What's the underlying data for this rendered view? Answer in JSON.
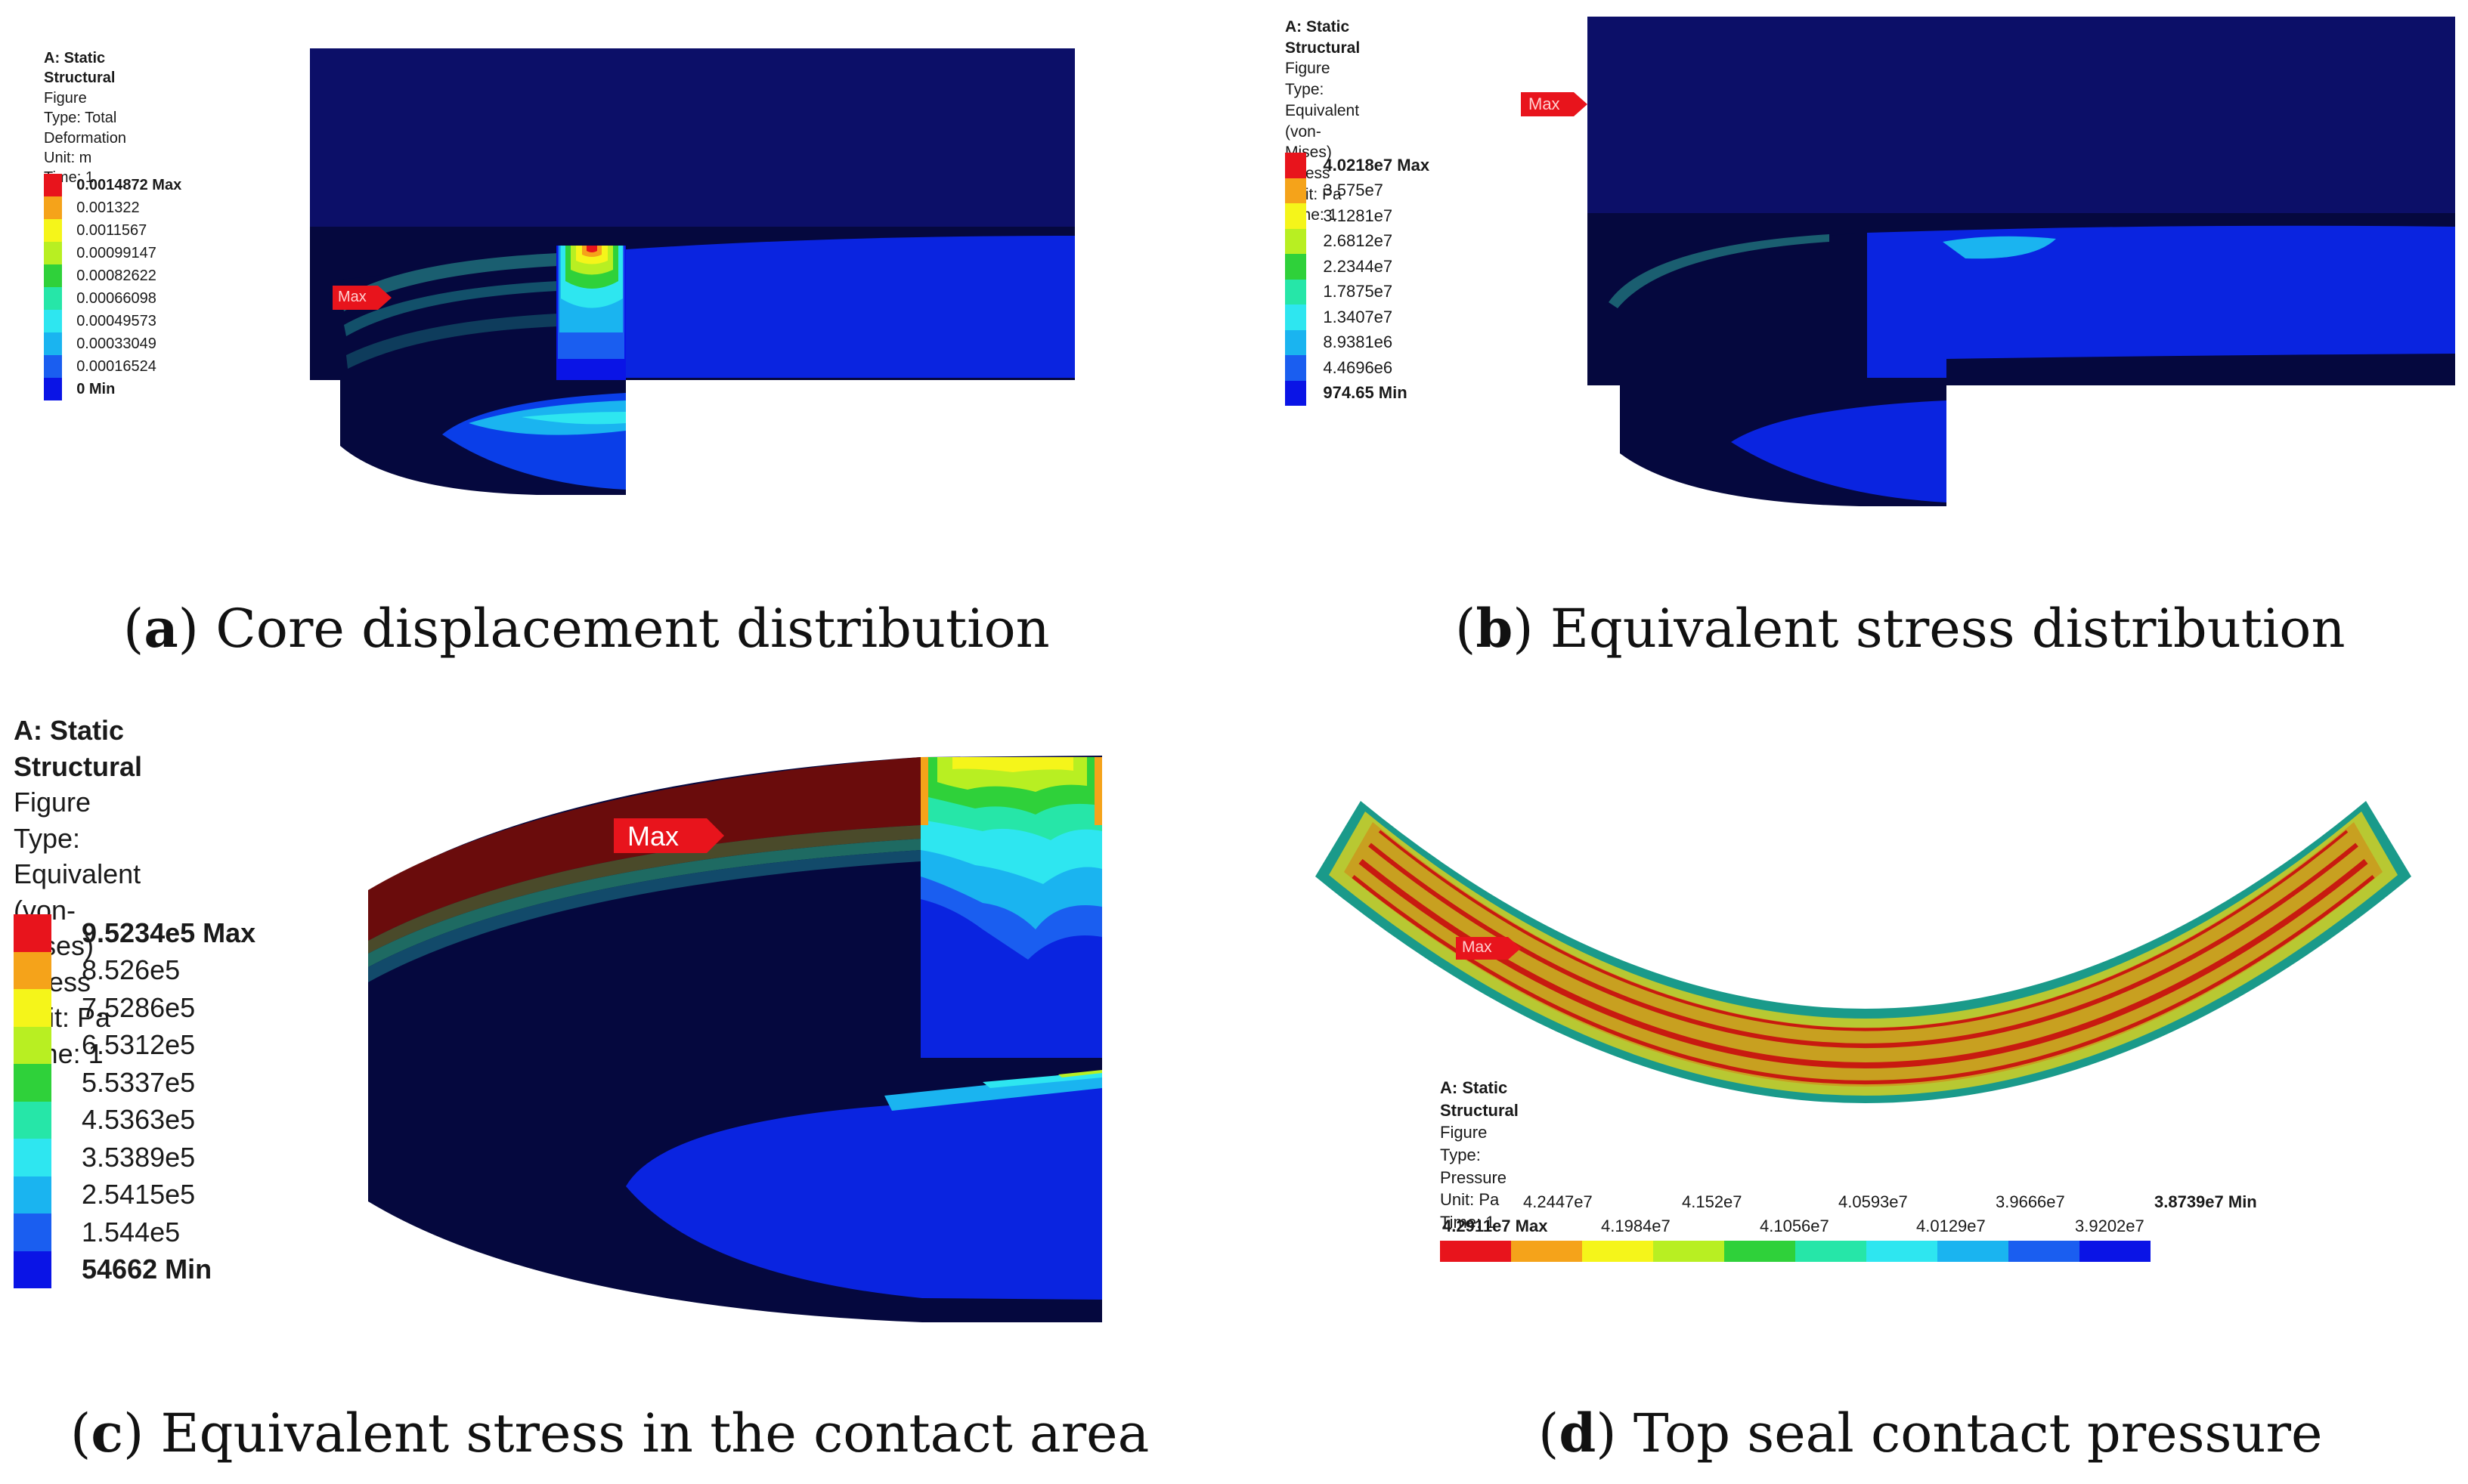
{
  "colors": {
    "scale_high_to_low": [
      "#e8141c",
      "#f5a31a",
      "#f5f51a",
      "#b8ef22",
      "#2fd13a",
      "#26e6a8",
      "#2ee6f0",
      "#1ab4f0",
      "#1a5ef0",
      "#0a14e6"
    ],
    "navy": "#0c0f68",
    "deep_navy": "#05083e",
    "blue": "#0a24e0",
    "marker": "#e8141c"
  },
  "panel_a": {
    "info": [
      "A: Static Structural",
      "Figure",
      "Type: Total Deformation",
      "Unit: m",
      "Time: 1"
    ],
    "legend": [
      "0.0014872 Max",
      "0.001322",
      "0.0011567",
      "0.00099147",
      "0.00082622",
      "0.00066098",
      "0.00049573",
      "0.00033049",
      "0.00016524",
      "0 Min"
    ],
    "max_label": "Max",
    "caption_letter": "a",
    "caption_text": "Core displacement distribution"
  },
  "panel_b": {
    "info": [
      "A: Static Structural",
      "Figure",
      "Type: Equivalent (von-Mises) Stress",
      "Unit: Pa",
      "Time: 1"
    ],
    "legend": [
      "4.0218e7 Max",
      "3.575e7",
      "3.1281e7",
      "2.6812e7",
      "2.2344e7",
      "1.7875e7",
      "1.3407e7",
      "8.9381e6",
      "4.4696e6",
      "974.65 Min"
    ],
    "max_label": "Max",
    "caption_letter": "b",
    "caption_text": "Equivalent stress distribution"
  },
  "panel_c": {
    "info": [
      "A: Static Structural",
      "Figure",
      "Type: Equivalent (von-Mises) Stress",
      "Unit: Pa",
      "Time: 1"
    ],
    "legend": [
      "9.5234e5 Max",
      "8.526e5",
      "7.5286e5",
      "6.5312e5",
      "5.5337e5",
      "4.5363e5",
      "3.5389e5",
      "2.5415e5",
      "1.544e5",
      "54662 Min"
    ],
    "max_label": "Max",
    "caption_letter": "c",
    "caption_text": "Equivalent stress in the contact area"
  },
  "panel_d": {
    "info": [
      "A: Static Structural",
      "Figure",
      "Type: Pressure",
      "Unit: Pa",
      "Time: 1"
    ],
    "legend_top": [
      "4.2447e7",
      "4.152e7",
      "4.0593e7",
      "3.9666e7",
      "3.8739e7 Min"
    ],
    "legend_bottom": [
      "4.2911e7 Max",
      "4.1984e7",
      "4.1056e7",
      "4.0129e7",
      "3.9202e7"
    ],
    "max_label": "Max",
    "caption_letter": "d",
    "caption_text": "Top seal contact pressure"
  }
}
